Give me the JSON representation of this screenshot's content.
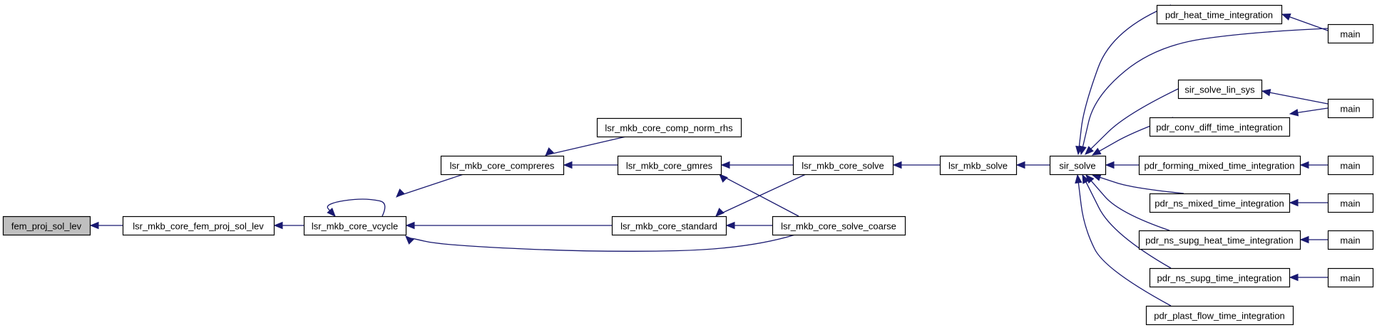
{
  "colors": {
    "edge": "#191970",
    "node_border": "#000000",
    "node_fill": "#ffffff",
    "highlight_fill": "#bfbfbf"
  },
  "nodes": [
    {
      "id": "n_fem_proj_sol_lev",
      "label": "fem_proj_sol_lev",
      "highlight": true
    },
    {
      "id": "n_fem_proj_sol_lev_core",
      "label": "lsr_mkb_core_fem_proj_sol_lev"
    },
    {
      "id": "n_vcycle",
      "label": "lsr_mkb_core_vcycle"
    },
    {
      "id": "n_compreres",
      "label": "lsr_mkb_core_compreres"
    },
    {
      "id": "n_comp_norm_rhs",
      "label": "lsr_mkb_core_comp_norm_rhs"
    },
    {
      "id": "n_gmres",
      "label": "lsr_mkb_core_gmres"
    },
    {
      "id": "n_standard",
      "label": "lsr_mkb_core_standard"
    },
    {
      "id": "n_core_solve",
      "label": "lsr_mkb_core_solve"
    },
    {
      "id": "n_solve_coarse",
      "label": "lsr_mkb_core_solve_coarse"
    },
    {
      "id": "n_lsr_solve",
      "label": "lsr_mkb_solve"
    },
    {
      "id": "n_sir_solve",
      "label": "sir_solve"
    },
    {
      "id": "n_heat",
      "label": "pdr_heat_time_integration"
    },
    {
      "id": "n_main1",
      "label": "main"
    },
    {
      "id": "n_lin_sys",
      "label": "sir_solve_lin_sys"
    },
    {
      "id": "n_main2",
      "label": "main"
    },
    {
      "id": "n_conv_diff",
      "label": "pdr_conv_diff_time_integration"
    },
    {
      "id": "n_forming",
      "label": "pdr_forming_mixed_time_integration"
    },
    {
      "id": "n_main3",
      "label": "main"
    },
    {
      "id": "n_ns_mixed",
      "label": "pdr_ns_mixed_time_integration"
    },
    {
      "id": "n_main4",
      "label": "main"
    },
    {
      "id": "n_ns_supg_heat",
      "label": "pdr_ns_supg_heat_time_integration"
    },
    {
      "id": "n_main5",
      "label": "main"
    },
    {
      "id": "n_ns_supg",
      "label": "pdr_ns_supg_time_integration"
    },
    {
      "id": "n_main6",
      "label": "main"
    },
    {
      "id": "n_plast",
      "label": "pdr_plast_flow_time_integration"
    }
  ],
  "edges": [
    {
      "from": "n_fem_proj_sol_lev_core",
      "to": "n_fem_proj_sol_lev"
    },
    {
      "from": "n_vcycle",
      "to": "n_fem_proj_sol_lev_core"
    },
    {
      "from": "n_vcycle",
      "to": "n_vcycle"
    },
    {
      "from": "n_compreres",
      "to": "n_vcycle"
    },
    {
      "from": "n_standard",
      "to": "n_vcycle"
    },
    {
      "from": "n_solve_coarse",
      "to": "n_vcycle"
    },
    {
      "from": "n_comp_norm_rhs",
      "to": "n_compreres"
    },
    {
      "from": "n_gmres",
      "to": "n_compreres"
    },
    {
      "from": "n_core_solve",
      "to": "n_gmres"
    },
    {
      "from": "n_solve_coarse",
      "to": "n_gmres"
    },
    {
      "from": "n_core_solve",
      "to": "n_standard"
    },
    {
      "from": "n_solve_coarse",
      "to": "n_standard"
    },
    {
      "from": "n_lsr_solve",
      "to": "n_core_solve"
    },
    {
      "from": "n_sir_solve",
      "to": "n_lsr_solve"
    },
    {
      "from": "n_heat",
      "to": "n_sir_solve"
    },
    {
      "from": "n_main1",
      "to": "n_sir_solve"
    },
    {
      "from": "n_lin_sys",
      "to": "n_sir_solve"
    },
    {
      "from": "n_conv_diff",
      "to": "n_sir_solve"
    },
    {
      "from": "n_forming",
      "to": "n_sir_solve"
    },
    {
      "from": "n_ns_mixed",
      "to": "n_sir_solve"
    },
    {
      "from": "n_ns_supg_heat",
      "to": "n_sir_solve"
    },
    {
      "from": "n_ns_supg",
      "to": "n_sir_solve"
    },
    {
      "from": "n_plast",
      "to": "n_sir_solve"
    },
    {
      "from": "n_main1",
      "to": "n_heat"
    },
    {
      "from": "n_main2",
      "to": "n_lin_sys"
    },
    {
      "from": "n_main2",
      "to": "n_conv_diff"
    },
    {
      "from": "n_main3",
      "to": "n_forming"
    },
    {
      "from": "n_main4",
      "to": "n_ns_mixed"
    },
    {
      "from": "n_main5",
      "to": "n_ns_supg_heat"
    },
    {
      "from": "n_main6",
      "to": "n_ns_supg"
    }
  ]
}
